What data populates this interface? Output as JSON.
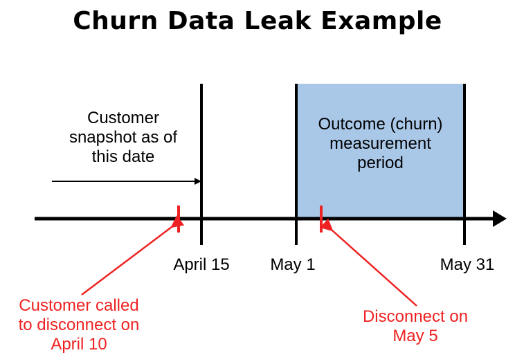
{
  "title": "Churn Data Leak Example",
  "snapshot_text": [
    "Customer",
    "snapshot as of",
    "this date"
  ],
  "outcome_text": [
    "Outcome (churn)",
    "measurement",
    "period"
  ],
  "dates": {
    "april15": "April 15",
    "may1": "May 1",
    "may31": "May 31"
  },
  "callout_left": [
    "Customer called",
    "to disconnect on",
    "April 10"
  ],
  "callout_right": [
    "Disconnect on",
    "May 5"
  ],
  "colors": {
    "timeline": "#000000",
    "outcome_fill": "#a9c8e8",
    "event": "#ee2222"
  }
}
